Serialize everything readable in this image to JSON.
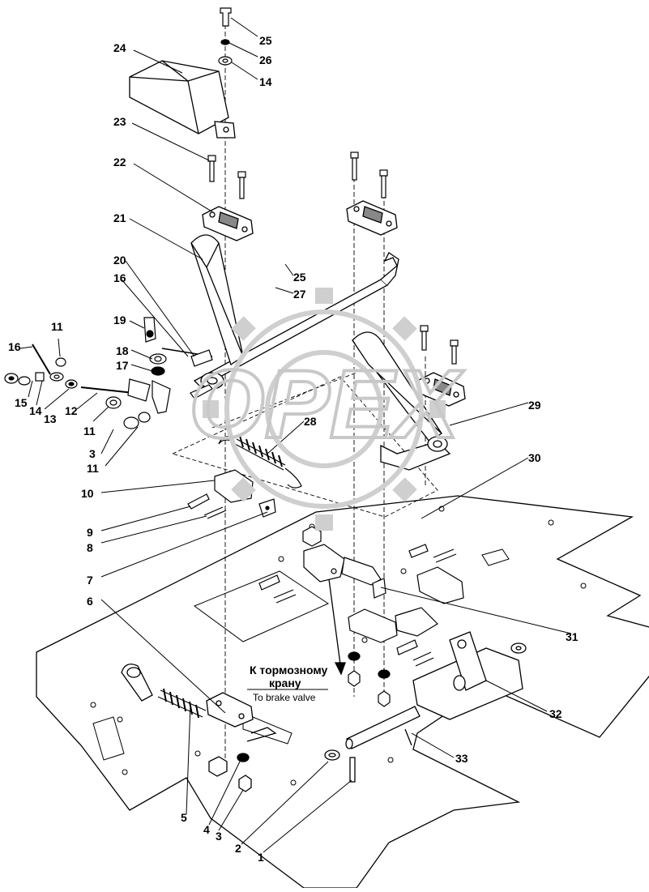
{
  "note": {
    "ru_line1": "К тормозному",
    "ru_line2": "крану",
    "en": "To brake valve"
  },
  "watermark": {
    "text": "OPEX",
    "color": "#cfcfcf"
  },
  "colors": {
    "line": "#000000",
    "paper": "#ffffff",
    "shade": "#bdbdbd"
  },
  "labels": [
    {
      "id": "l25a",
      "text": "25"
    },
    {
      "id": "l26",
      "text": "26"
    },
    {
      "id": "l14a",
      "text": "14"
    },
    {
      "id": "l24",
      "text": "24"
    },
    {
      "id": "l23",
      "text": "23"
    },
    {
      "id": "l22",
      "text": "22"
    },
    {
      "id": "l21",
      "text": "21"
    },
    {
      "id": "l20",
      "text": "20"
    },
    {
      "id": "l25b",
      "text": "25"
    },
    {
      "id": "l27",
      "text": "27"
    },
    {
      "id": "l16a",
      "text": "16"
    },
    {
      "id": "l19",
      "text": "19"
    },
    {
      "id": "l11a",
      "text": "11"
    },
    {
      "id": "l16b",
      "text": "16"
    },
    {
      "id": "l18",
      "text": "18"
    },
    {
      "id": "l17",
      "text": "17"
    },
    {
      "id": "l15",
      "text": "15"
    },
    {
      "id": "l14b",
      "text": "14"
    },
    {
      "id": "l13",
      "text": "13"
    },
    {
      "id": "l12",
      "text": "12"
    },
    {
      "id": "l11b",
      "text": "11"
    },
    {
      "id": "l3a",
      "text": "3"
    },
    {
      "id": "l11c",
      "text": "11"
    },
    {
      "id": "l28",
      "text": "28"
    },
    {
      "id": "l29",
      "text": "29"
    },
    {
      "id": "l30",
      "text": "30"
    },
    {
      "id": "l10",
      "text": "10"
    },
    {
      "id": "l9",
      "text": "9"
    },
    {
      "id": "l8",
      "text": "8"
    },
    {
      "id": "l7",
      "text": "7"
    },
    {
      "id": "l6",
      "text": "6"
    },
    {
      "id": "l31",
      "text": "31"
    },
    {
      "id": "l32",
      "text": "32"
    },
    {
      "id": "l33",
      "text": "33"
    },
    {
      "id": "l5",
      "text": "5"
    },
    {
      "id": "l4",
      "text": "4"
    },
    {
      "id": "l3b",
      "text": "3"
    },
    {
      "id": "l2",
      "text": "2"
    },
    {
      "id": "l1",
      "text": "1"
    }
  ]
}
